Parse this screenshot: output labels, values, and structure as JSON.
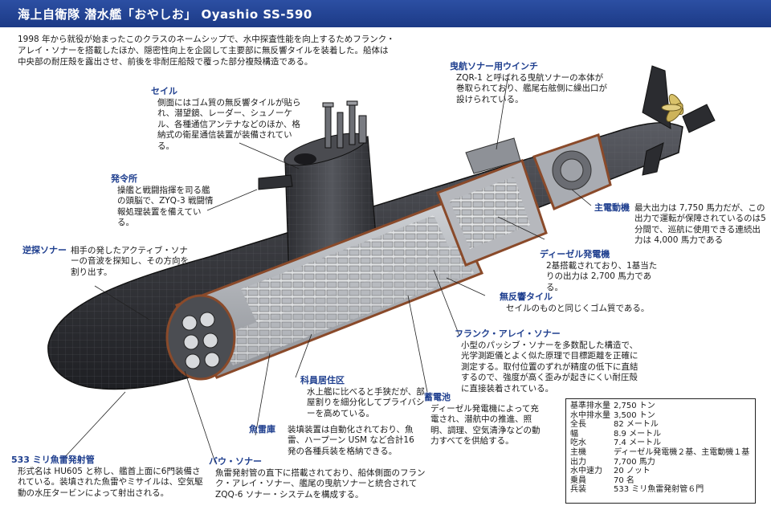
{
  "title": "海上自衛隊 潜水艦「おやしお」 Oyashio SS-590",
  "intro": "1998 年から就役が始まったこのクラスのネームシップで、水中探査性能を向上するためフランク・アレイ・ソナーを搭載したほか、隠密性向上を企図して主要部に無反響タイルを装着した。船体は中央部の耐圧殻を露出させ、前後を非耐圧船殻で覆った部分複殻構造である。",
  "callouts": {
    "sail": {
      "title": "セイル",
      "body": "側面にはゴム質の無反響タイルが貼られ、潜望鏡、レーダー、シュノーケル、各種通信アンテナなどのほか、格納式の衛星通信装置が装備されている。"
    },
    "command": {
      "title": "発令所",
      "body": "操艦と戦闘指揮を司る艦の頭脳で、ZYQ-3 戦闘情報処理装置を備えている。"
    },
    "reverse_sonar": {
      "title": "逆探ソナー",
      "body": "相手の発したアクティブ・ソナーの音波を探知し、その方向を割り出す。"
    },
    "winch": {
      "title": "曳航ソナー用ウインチ",
      "body": "ZQR-1 と呼ばれる曳航ソナーの本体が巻取られており、艦尾右舷側に繰出口が設けられている。"
    },
    "motor": {
      "title": "主電動機",
      "body": "最大出力は 7,750 馬力だが、この出力で運転が保障されているのは5分間で、巡航に使用できる連続出力は 4,000 馬力である"
    },
    "diesel": {
      "title": "ディーゼル発電機",
      "body": "2基搭載されており、1基当たりの出力は 2,700 馬力である。"
    },
    "tile": {
      "title": "無反響タイル",
      "body": "セイルのものと同じくゴム質である。"
    },
    "flank": {
      "title": "フランク・アレイ・ソナー",
      "body": "小型のパッシブ・ソナーを多数配した構造で、光学測距儀とよく似た原理で目標距離を正確に測定する。取付位置のずれが精度の低下に直結するので、強度が高く歪みが起きにくい耐圧殻に直接装着されている。"
    },
    "crew": {
      "title": "科員居住区",
      "body": "水上艦に比べると手狭だが、部屋割りを細分化してプライバシーを高めている。"
    },
    "battery": {
      "title": "蓄電池",
      "body": "ディーゼル発電機によって充電され、潜航中の推進、照明、調理、空気清浄などの動力すべてを供給する。"
    },
    "torpedo_room": {
      "title": "魚雷庫",
      "body": "装填装置は自動化されており、魚雷、ハープーン USM など合計16 発の各種兵装を格納できる。"
    },
    "bow_sonar": {
      "title": "バウ・ソナー",
      "body": "魚雷発射管の直下に搭載されており、船体側面のフランク・アレイ・ソナー、艦尾の曳航ソナーと統合されて ZQQ-6 ソナー・システムを構成する。"
    },
    "tubes": {
      "title": "533 ミリ魚雷発射管",
      "body": "形式名は HU605 と称し、艦首上面に6門装備されている。装填された魚雷やミサイルは、空気駆動の水圧タービンによって射出される。"
    }
  },
  "specs": [
    {
      "k": "基準排水量",
      "v": "2,750 トン"
    },
    {
      "k": "水中排水量",
      "v": "3,500 トン"
    },
    {
      "k": "全長",
      "v": "82 メートル"
    },
    {
      "k": "幅",
      "v": "8.9 メートル"
    },
    {
      "k": "吃水",
      "v": "7.4 メートル"
    },
    {
      "k": "主機",
      "v": "ディーゼル発電機２基、主電動機１基"
    },
    {
      "k": "出力",
      "v": "7,700 馬力"
    },
    {
      "k": "水中速力",
      "v": "20 ノット"
    },
    {
      "k": "乗員",
      "v": "70 名"
    },
    {
      "k": "兵装",
      "v": "533 ミリ魚雷発射管６門"
    }
  ],
  "colors": {
    "title_bar": "#1f3f8f",
    "callout_title": "#1f3f8f",
    "hull": "#3a3b40",
    "pressure_hull": "#8a4a2a",
    "propeller": "#d9c26a"
  }
}
